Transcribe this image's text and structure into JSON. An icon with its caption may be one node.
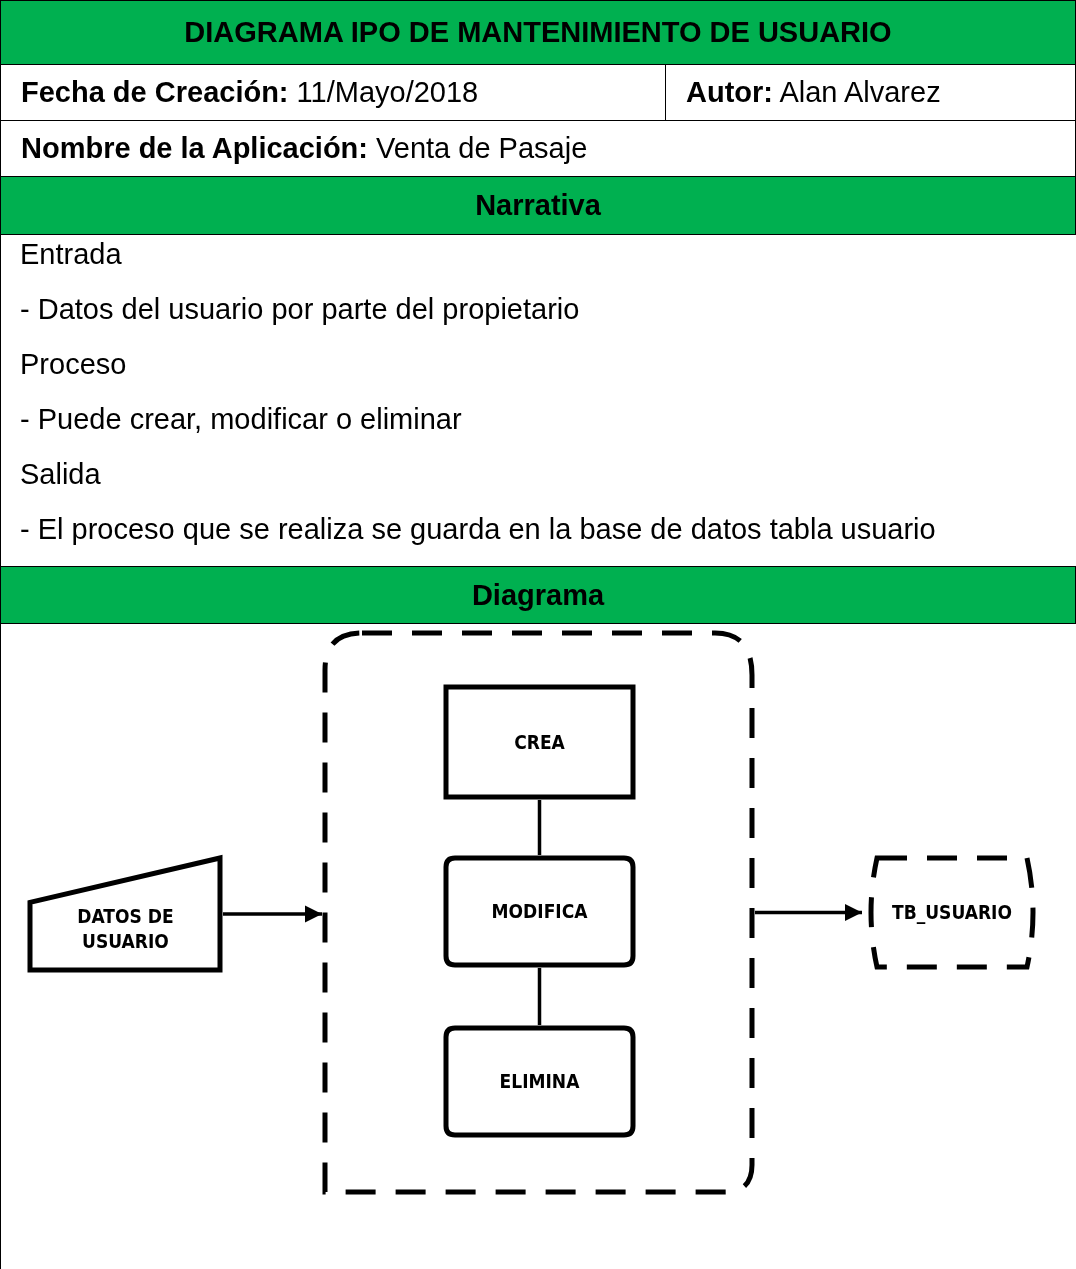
{
  "diagram": {
    "title": "DIAGRAMA IPO DE MANTENIMIENTO DE USUARIO",
    "nodes": [
      {
        "text": [
          "DATOS DE USUARIO"
        ]
      },
      {
        "text": [],
        "shape": "box"
      },
      {
        "text": [
          "CREA"
        ],
        "in": 1
      },
      {
        "text": [
          "MODIFICA"
        ],
        "in": 1
      },
      {
        "text": [
          "ELIMINA"
        ],
        "in": 1
      },
      {
        "text": [
          "TB_USUARIO"
        ]
      }
    ],
    "edges": [
      {
        "from": 0,
        "to": 1,
        "arrow": "to"
      },
      {
        "from": 2,
        "to": 3,
        "arrow": "none"
      },
      {
        "from": 3,
        "to": 4,
        "arrow": "none"
      },
      {
        "from": 1,
        "to": 5,
        "arrow": "to"
      }
    ],
    "labels": [
      "**Fecha de Creación:** 11/Mayo/2018",
      "**Autor:** Alan Alvarez",
      "**Nombre de la Aplicación:** Venta de Pasaje",
      "Narrativa",
      "Entrada",
      "- Datos del usuario por parte del propietario",
      "Proceso",
      "- Puede crear, modificar o eliminar",
      "Salida",
      "- El proceso que se realiza se guarda en la base de datos tabla usuario",
      "Diagrama"
    ]
  }
}
